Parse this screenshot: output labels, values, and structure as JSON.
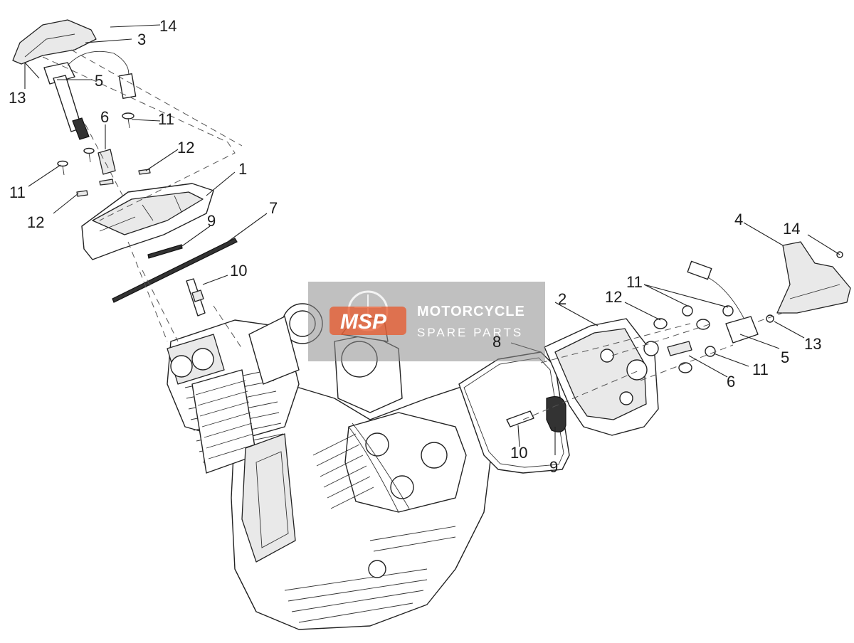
{
  "callouts": {
    "c14a": "14",
    "c3": "3",
    "c13a": "13",
    "c5a": "5",
    "c6a": "6",
    "c11a": "11",
    "c12a": "12",
    "c1": "1",
    "c11b": "11",
    "c12b": "12",
    "c9a": "9",
    "c7": "7",
    "c10a": "10",
    "c4": "4",
    "c14b": "14",
    "c2": "2",
    "c12c": "12",
    "c11c": "11",
    "c8": "8",
    "c13b": "13",
    "c5b": "5",
    "c6b": "6",
    "c11d": "11",
    "c10b": "10",
    "c9b": "9"
  },
  "watermark": {
    "logo": "MSP",
    "line1": "MOTORCYCLE",
    "line2": "SPARE PARTS"
  },
  "colors": {
    "watermark_bg": "#8c8c8c",
    "watermark_logo": "#e8572a",
    "line": "#222222"
  }
}
